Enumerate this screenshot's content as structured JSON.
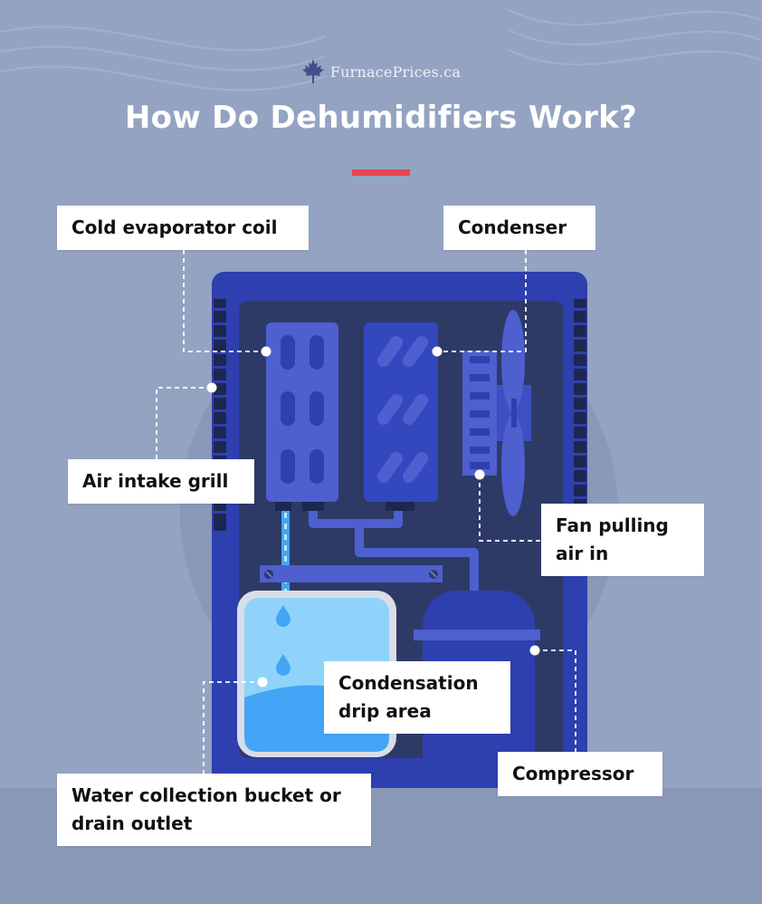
{
  "brand": {
    "name": "FurnacePrices.ca",
    "logo_icon": "maple-leaf-icon"
  },
  "title": "How Do Dehumidifiers Work?",
  "colors": {
    "background": "#94a3c1",
    "accent": "#e84651",
    "unit_body": "#2e3fb0",
    "unit_inner": "#2e3a66",
    "parts": "#4e5fd0",
    "water": "#42a5f5",
    "water_light": "#8fd3fb"
  },
  "labels": {
    "evaporator": "Cold evaporator coil",
    "condenser": "Condenser",
    "air_intake": "Air intake grill",
    "fan": "Fan pulling air in",
    "condensation": "Condensation drip area",
    "compressor": "Compressor",
    "bucket": "Water collection bucket or drain outlet"
  }
}
